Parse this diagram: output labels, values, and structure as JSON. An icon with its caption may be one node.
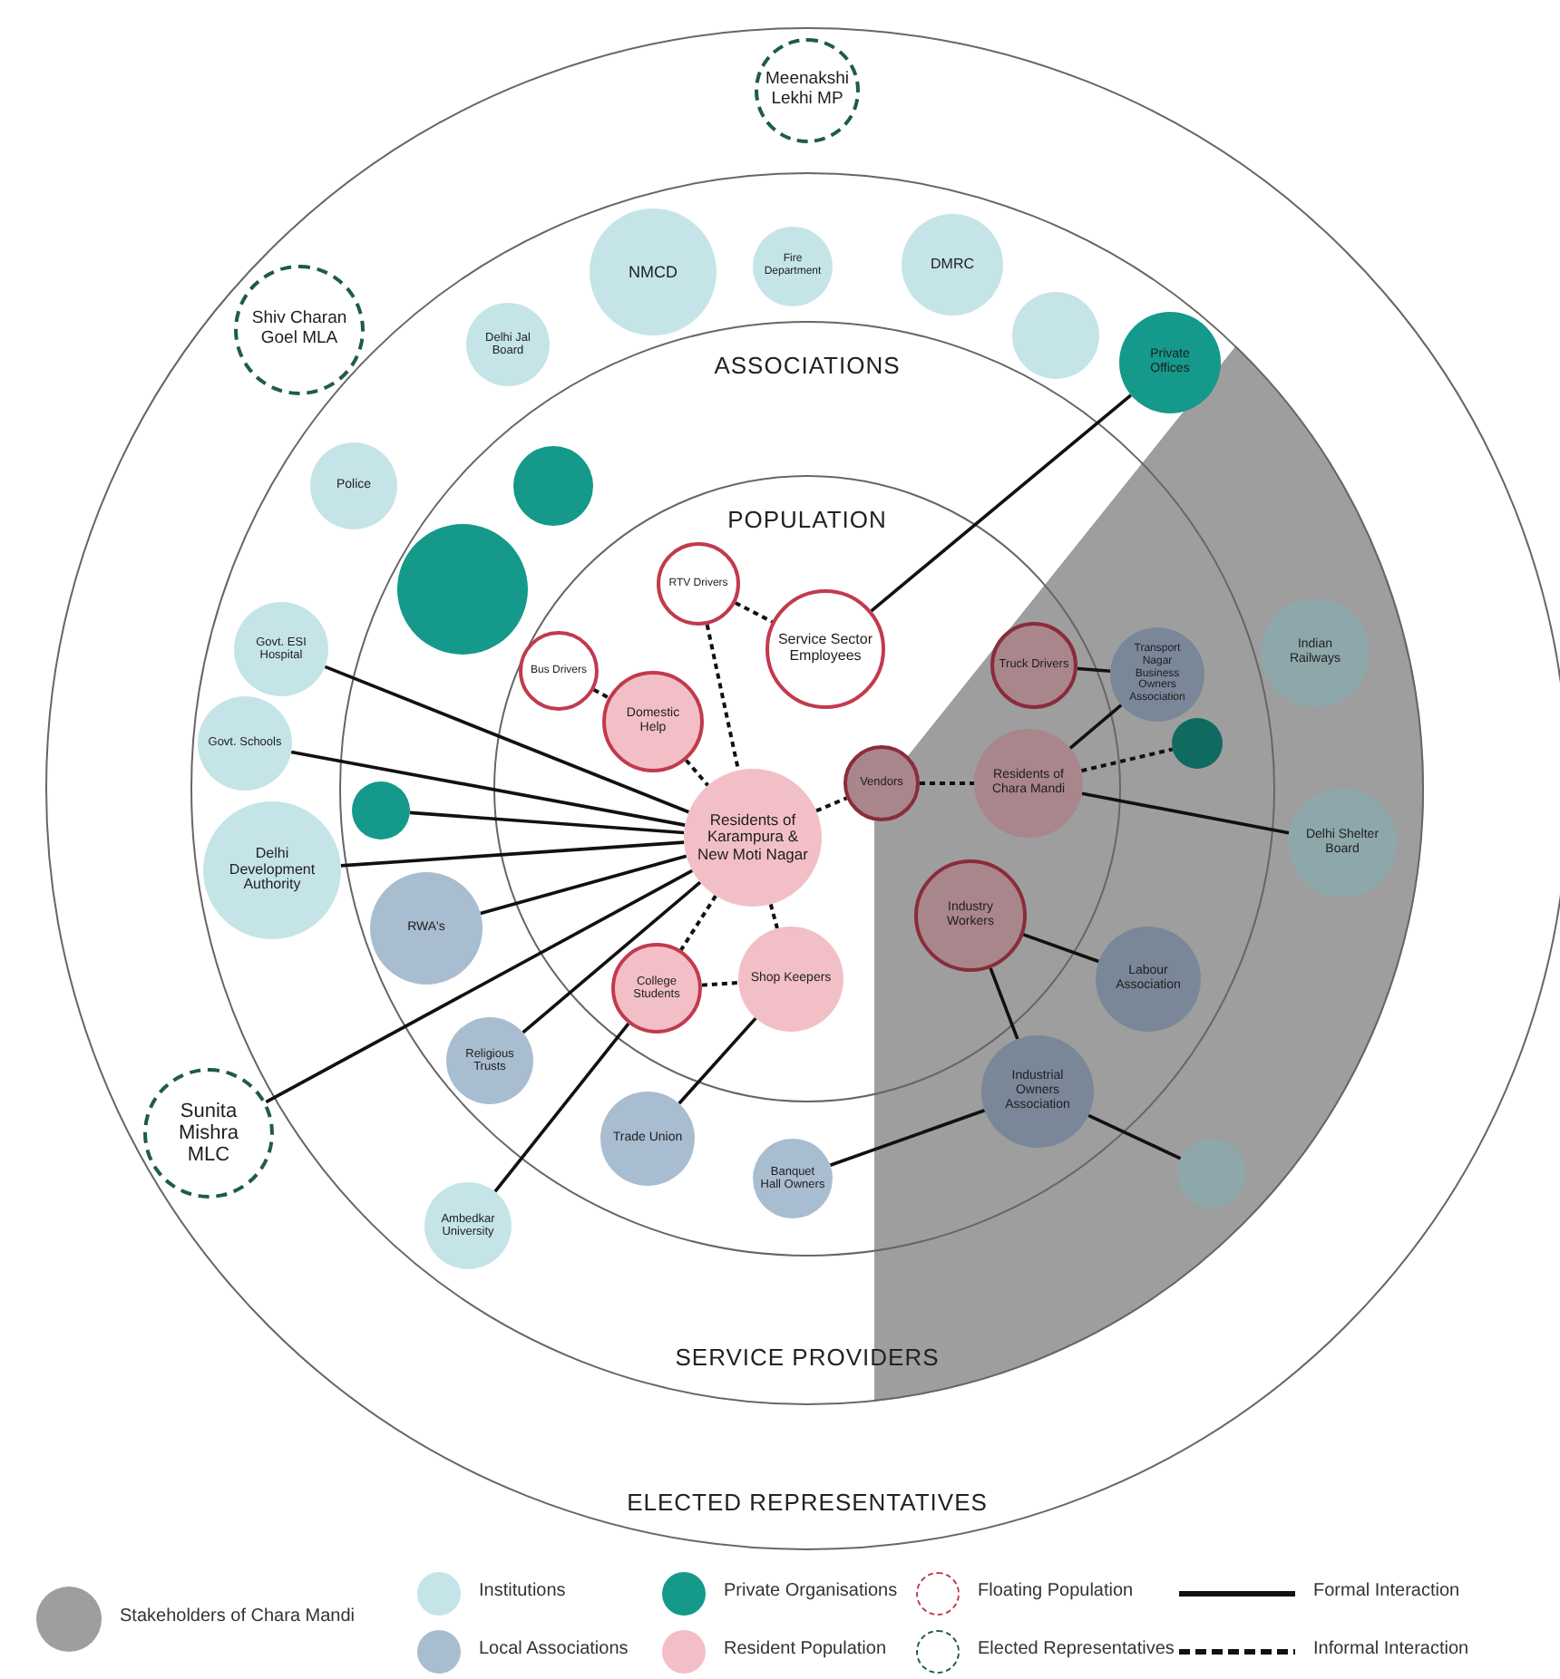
{
  "diagram": {
    "nodes": [
      {
        "text": [
          "ELECTED REPRESENTATIVES"
        ]
      },
      {
        "text": [
          "SERVICE PROVIDERS"
        ],
        "in": 0
      },
      {
        "text": [
          "ASSOCIATIONS"
        ],
        "in": 1
      },
      {
        "text": [
          "POPULATION"
        ],
        "in": 2
      },
      {
        "text": [
          "Meenakshi Lekhi MP"
        ],
        "in": 0
      },
      {
        "text": [
          "Shiv Charan Goel MLA"
        ],
        "in": 1
      },
      {
        "text": [
          "NMCD"
        ],
        "in": 1
      },
      {
        "text": [
          "Fire Department"
        ],
        "in": 1
      },
      {
        "text": [
          "DMRC"
        ],
        "in": 1
      },
      {
        "text": [],
        "shape": "circle",
        "in": 1
      },
      {
        "text": [
          "Delhi Jal Board"
        ],
        "in": 1
      },
      {
        "text": [
          "Private Offices"
        ],
        "in": 1
      },
      {
        "text": [
          "Police"
        ],
        "in": 1
      },
      {
        "text": [],
        "shape": "circle",
        "in": 2
      },
      {
        "text": [],
        "shape": "circle",
        "in": 2
      },
      {
        "text": [
          "Govt. ESI Hospital"
        ],
        "in": 1
      },
      {
        "text": [
          "Govt. Schools"
        ],
        "in": 1
      },
      {
        "text": [],
        "shape": "circle",
        "in": 2
      },
      {
        "text": [
          "Delhi Development Authority"
        ],
        "in": 1
      },
      {
        "text": [
          "RWA's"
        ],
        "in": 2
      },
      {
        "text": [
          "Religious Trusts"
        ],
        "in": 2
      },
      {
        "text": [
          "Sunita Mishra MLC"
        ],
        "in": 0
      },
      {
        "text": [
          "Ambedkar University"
        ],
        "in": 1
      },
      {
        "text": [
          "Trade Union"
        ],
        "in": 2
      },
      {
        "text": [
          "Banquet Hall Owners"
        ],
        "in": 2
      },
      {
        "text": [
          "Bus Drivers"
        ],
        "in": 3
      },
      {
        "text": [
          "RTV Drivers"
        ],
        "in": 3
      },
      {
        "text": [
          "Service Sector Employees"
        ],
        "in": 3
      },
      {
        "text": [
          "Domestic Help"
        ],
        "in": 3
      },
      {
        "text": [
          "Residents of Karampura & New Moti Nagar"
        ],
        "in": 3
      },
      {
        "text": [
          "College Students"
        ],
        "in": 3
      },
      {
        "text": [
          "Shop Keepers"
        ],
        "in": 3
      },
      {
        "text": [
          "Truck Drivers"
        ],
        "in": 3
      },
      {
        "text": [
          "Vendors"
        ],
        "in": 3
      },
      {
        "text": [
          "Residents of Chara Mandi"
        ],
        "in": 3
      },
      {
        "text": [
          "Transport Nagar Business Owners Association"
        ],
        "in": 2
      },
      {
        "text": [],
        "shape": "circle",
        "in": 2
      },
      {
        "text": [
          "Indian Railways"
        ],
        "in": 1
      },
      {
        "text": [
          "Delhi Shelter Board"
        ],
        "in": 1
      },
      {
        "text": [
          "Industry Workers"
        ],
        "in": 3
      },
      {
        "text": [
          "Labour Association"
        ],
        "in": 2
      },
      {
        "text": [
          "Industrial Owners Association"
        ],
        "in": 2
      },
      {
        "text": [],
        "shape": "circle",
        "in": 2
      }
    ],
    "edges": [
      {
        "from": 27,
        "to": 11,
        "arrow": "none"
      },
      {
        "from": 15,
        "to": 29,
        "arrow": "none"
      },
      {
        "from": 16,
        "to": 29,
        "arrow": "none"
      },
      {
        "from": 17,
        "to": 29,
        "arrow": "none"
      },
      {
        "from": 18,
        "to": 29,
        "arrow": "none"
      },
      {
        "from": 19,
        "to": 29,
        "arrow": "none"
      },
      {
        "from": 20,
        "to": 29,
        "arrow": "none"
      },
      {
        "from": 21,
        "to": 29,
        "arrow": "none"
      },
      {
        "from": 22,
        "to": 30,
        "arrow": "none"
      },
      {
        "from": 23,
        "to": 31,
        "arrow": "none"
      },
      {
        "from": 32,
        "to": 35,
        "arrow": "none"
      },
      {
        "from": 35,
        "to": 34,
        "arrow": "none"
      },
      {
        "from": 34,
        "to": 38,
        "arrow": "none"
      },
      {
        "from": 39,
        "to": 40,
        "arrow": "none"
      },
      {
        "from": 39,
        "to": 41,
        "arrow": "none"
      },
      {
        "from": 24,
        "to": 41,
        "arrow": "none"
      },
      {
        "from": 41,
        "to": 42,
        "arrow": "none"
      },
      {
        "from": 25,
        "to": 28,
        "arrow": "none",
        "style": "dashed"
      },
      {
        "from": 26,
        "to": 27,
        "arrow": "none",
        "style": "dashed"
      },
      {
        "from": 26,
        "to": 29,
        "arrow": "none",
        "style": "dashed"
      },
      {
        "from": 28,
        "to": 29,
        "arrow": "none",
        "style": "dashed"
      },
      {
        "from": 29,
        "to": 33,
        "arrow": "none",
        "style": "dashed"
      },
      {
        "from": 29,
        "to": 30,
        "arrow": "none",
        "style": "dashed"
      },
      {
        "from": 29,
        "to": 31,
        "arrow": "none",
        "style": "dashed"
      },
      {
        "from": 30,
        "to": 31,
        "arrow": "none",
        "style": "dashed"
      },
      {
        "from": 33,
        "to": 34,
        "arrow": "none",
        "style": "dashed"
      },
      {
        "from": 34,
        "to": 36,
        "arrow": "none",
        "style": "dashed"
      }
    ],
    "legend": [
      {
        "text": "Stakeholders of Chara Mandi",
        "color": "#9e9e9e"
      },
      {
        "text": "Institutions",
        "color": "#c5e4e8"
      },
      {
        "text": "Local Associations",
        "color": "#a9bdd0"
      },
      {
        "text": "Private Organisations",
        "color": "#14998a"
      },
      {
        "text": "Resident Population",
        "color": "#f3bfc7"
      },
      {
        "text": "Floating Population"
      },
      {
        "text": "Elected Representatives"
      },
      {
        "text": "Formal Interaction"
      },
      {
        "text": "Informal Interaction"
      }
    ]
  }
}
